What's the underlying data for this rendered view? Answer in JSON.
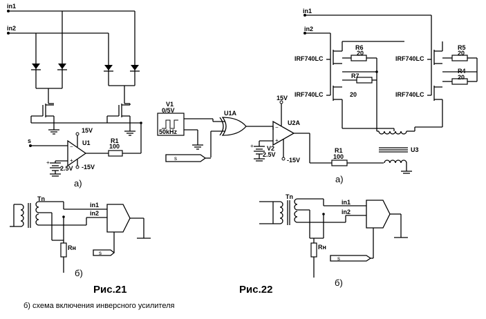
{
  "fig21": {
    "in1": "in1",
    "in2": "in2",
    "s_label": "s",
    "supply_pos": "15V",
    "supply_neg": "-15V",
    "opamp": "U1",
    "resistor_name": "R1",
    "resistor_value": "100",
    "battery": "2.5V",
    "sub_a": "а)",
    "sub_b": "б)",
    "transformer": "Tn",
    "load": "Rн",
    "gate_in1": "in1",
    "gate_in2": "in2",
    "s_box": "s",
    "title": "Рис.21"
  },
  "fig22": {
    "in1": "in1",
    "in2": "in2",
    "source_name": "V1",
    "source_value": "0/5V",
    "source_freq": "50kHz",
    "xor": "U1A",
    "supply_pos": "15V",
    "supply_neg": "-15V",
    "opamp": "U2A",
    "battery_name": "V2",
    "battery_value": "2.5V",
    "s_box": "s",
    "r1_name": "R1",
    "r1_value": "100",
    "mosfet1": "IRF740LC",
    "mosfet2": "IRF740LC",
    "mosfet3": "IRF740LC",
    "mosfet4": "IRF740LC",
    "r6_name": "R6",
    "r6_value": "20",
    "r7_name": "R7",
    "r7_value": "20",
    "r5_name": "R5",
    "r5_value": "20",
    "r4_name": "R4",
    "r4_value": "20",
    "transformer": "U3",
    "sub_a": "а)",
    "sub_b": "б)",
    "b_transformer": "Tn",
    "b_load": "Rн",
    "b_in1": "in1",
    "b_in2": "in2",
    "b_s_box": "s",
    "title": "Рис.22"
  },
  "caption": "б) схема включения инверсного усилителя"
}
